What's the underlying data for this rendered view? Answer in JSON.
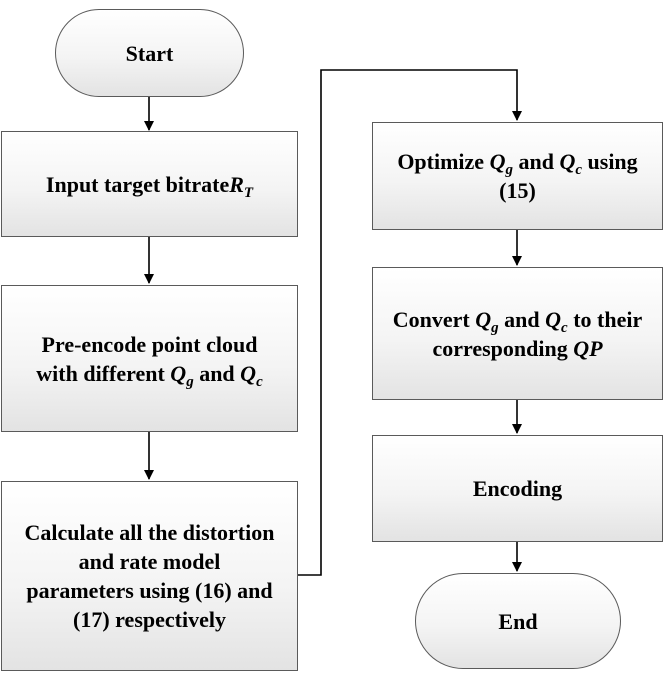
{
  "nodes": {
    "start": {
      "label": "Start"
    },
    "input_bitrate": {
      "text": "Input target bitrate",
      "math": "R",
      "sub": "T"
    },
    "pre_encode": {
      "line1": "Pre-encode point cloud",
      "line2_text": "with different",
      "qg": "Q",
      "qg_sub": "g",
      "and": "and",
      "qc": "Q",
      "qc_sub": "c"
    },
    "calculate": {
      "line1": "Calculate all the distortion",
      "line2": "and rate model",
      "line3": "parameters using (16) and",
      "line4": "(17) respectively"
    },
    "optimize": {
      "text": "Optimize",
      "qg": "Q",
      "qg_sub": "g",
      "and": "and",
      "qc": "Q",
      "qc_sub": "c",
      "using": "using",
      "ref": "(15)"
    },
    "convert": {
      "text": "Convert",
      "qg": "Q",
      "qg_sub": "g",
      "and": "and",
      "qc": "Q",
      "qc_sub": "c",
      "to_their": "to their",
      "corresponding": "corresponding",
      "qp": "QP"
    },
    "encoding": {
      "label": "Encoding"
    },
    "end": {
      "label": "End"
    }
  },
  "colors": {
    "stroke": "#000000",
    "border": "#5a5a5a",
    "fill_top": "#ffffff",
    "fill_bottom": "#e3e3e3"
  }
}
